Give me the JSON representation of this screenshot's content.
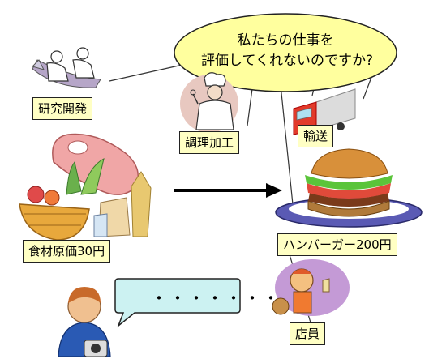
{
  "speech_bubble": {
    "line1": "私たちの仕事を",
    "line2": "評価してくれないのですか?"
  },
  "labels": {
    "research": "研究開発",
    "cooking": "調理加工",
    "transport": "輸送",
    "ingredients": "食材原価30円",
    "hamburger": "ハンバーガー200円",
    "staff": "店員"
  },
  "customer_speech": "・・・・・・・",
  "colors": {
    "label_fill": "#ffffc4",
    "bubble_fill": "#ffff9e",
    "customer_bubble_fill": "#ccf2f2"
  },
  "icons": [
    "researchers-icon",
    "chef-icon",
    "truck-icon",
    "meat-and-vegetables-icon",
    "arrow-right-icon",
    "hamburger-icon",
    "staff-icon",
    "customer-with-camera-icon"
  ]
}
